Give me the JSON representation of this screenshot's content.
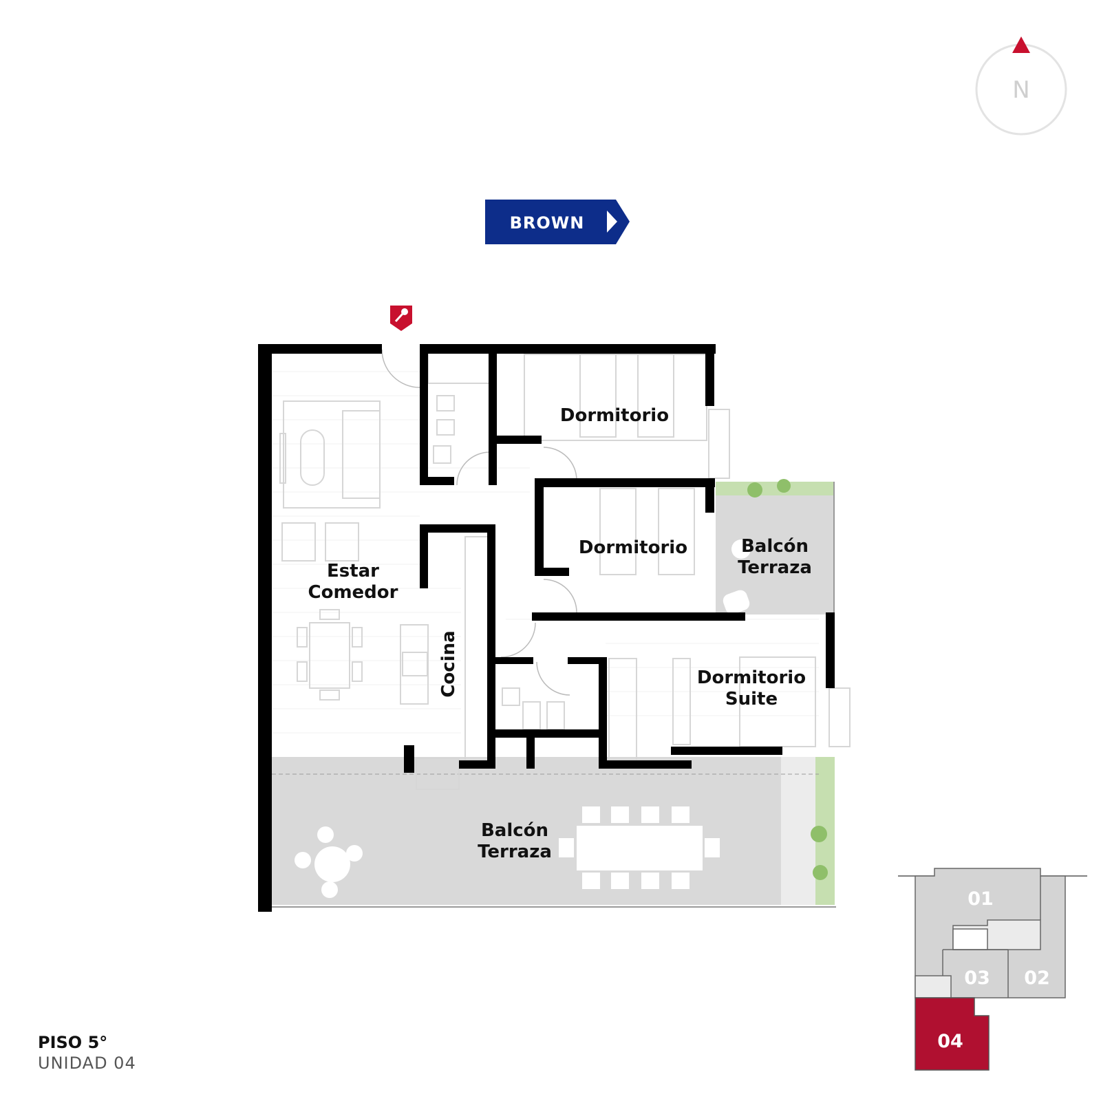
{
  "street": {
    "label": "BROWN",
    "color": "#0d2d8a"
  },
  "compass": {
    "label": "N",
    "arrow_color": "#c8102e"
  },
  "entrance": {
    "icon": "key-icon",
    "color": "#c8102e"
  },
  "rooms": {
    "dormitorio_1": "Dormitorio",
    "dormitorio_2": "Dormitorio",
    "balcon_terraza_small": [
      "Balcón",
      "Terraza"
    ],
    "estar_comedor": [
      "Estar",
      "Comedor"
    ],
    "cocina": "Cocina",
    "dormitorio_suite": [
      "Dormitorio",
      "Suite"
    ],
    "balcon_terraza_large": [
      "Balcón",
      "Terraza"
    ]
  },
  "key_plan": {
    "units": [
      "01",
      "02",
      "03",
      "04"
    ],
    "highlighted": "04",
    "highlight_color": "#b01030",
    "unit_color": "#d4d4d4"
  },
  "floor": {
    "title": "PISO 5°",
    "unit": "UNIDAD 04"
  },
  "colors": {
    "wall": "#000000",
    "terrace": "#d9d9d9",
    "planter": "#c6dfb0"
  }
}
